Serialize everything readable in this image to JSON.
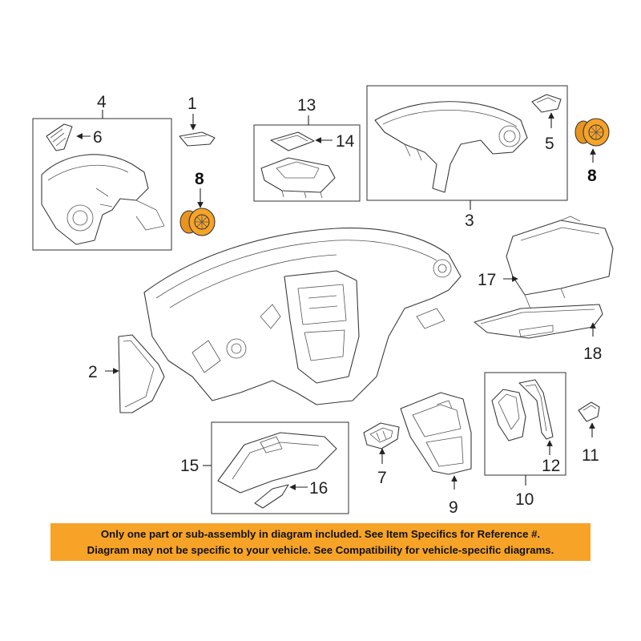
{
  "callouts": {
    "c1": "1",
    "c2": "2",
    "c3": "3",
    "c4": "4",
    "c5": "5",
    "c6": "6",
    "c7": "7",
    "c8a": "8",
    "c8b": "8",
    "c9": "9",
    "c10": "10",
    "c11": "11",
    "c12": "12",
    "c13": "13",
    "c14": "14",
    "c15": "15",
    "c16": "16",
    "c17": "17",
    "c18": "18"
  },
  "notice": {
    "line1": "Only one part or sub-assembly in diagram included. See Item Specifics for Reference #.",
    "line2": "Diagram may not be specific to your vehicle. See Compatibility for vehicle-specific diagrams."
  },
  "colors": {
    "highlight": "#f6a328",
    "line": "#3a3a3a",
    "background": "#ffffff"
  }
}
